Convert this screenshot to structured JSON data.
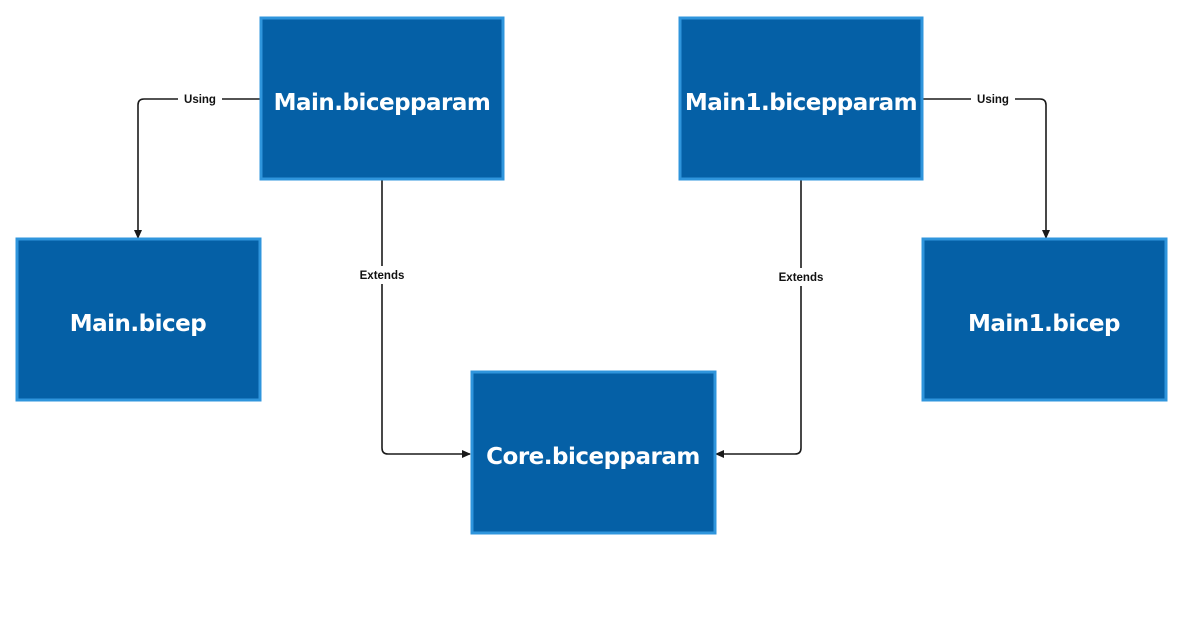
{
  "colors": {
    "node_fill": "#0560a6",
    "node_stroke": "#2f95dc",
    "node_text": "#ffffff",
    "edge": "#1a1a1a",
    "background": "#ffffff"
  },
  "nodes": {
    "main_bicepparam": {
      "label": "Main.bicepparam"
    },
    "main1_bicepparam": {
      "label": "Main1.bicepparam"
    },
    "main_bicep": {
      "label": "Main.bicep"
    },
    "main1_bicep": {
      "label": "Main1.bicep"
    },
    "core_bicepparam": {
      "label": "Core.bicepparam"
    }
  },
  "edges": {
    "main_using": {
      "label": "Using",
      "from": "main_bicepparam",
      "to": "main_bicep"
    },
    "main_extends": {
      "label": "Extends",
      "from": "main_bicepparam",
      "to": "core_bicepparam"
    },
    "main1_extends": {
      "label": "Extends",
      "from": "main1_bicepparam",
      "to": "core_bicepparam"
    },
    "main1_using": {
      "label": "Using",
      "from": "main1_bicepparam",
      "to": "main1_bicep"
    }
  }
}
